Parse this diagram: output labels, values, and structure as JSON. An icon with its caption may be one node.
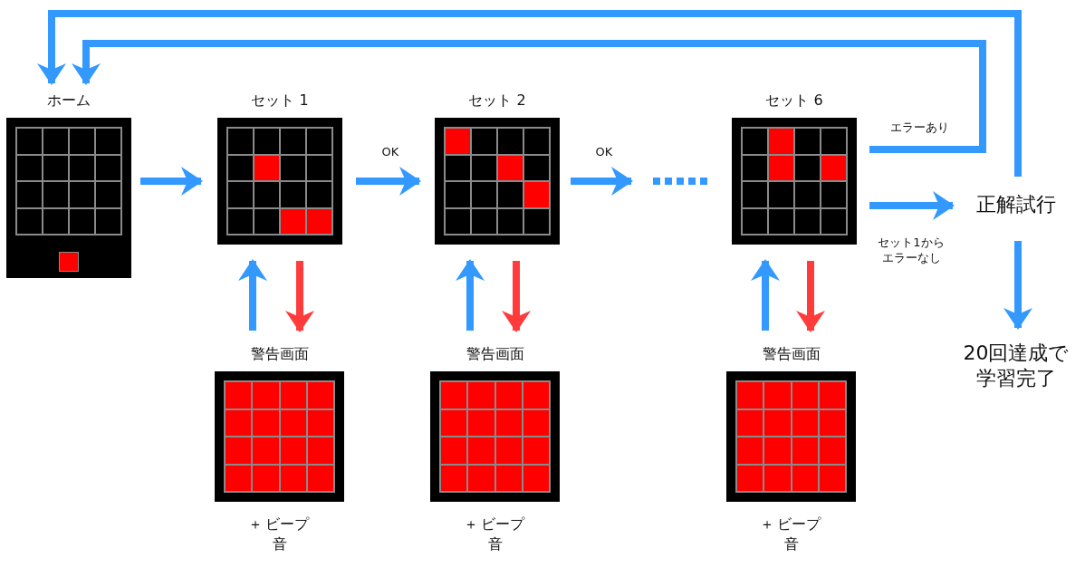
{
  "diagram": {
    "nodes": [
      {
        "text": [
          "ホーム"
        ]
      },
      {
        "text": [
          "セット 1"
        ]
      },
      {
        "text": [
          "セット 2"
        ]
      },
      {
        "text": [],
        "shape": "dots"
      },
      {
        "text": [
          "セット 6"
        ]
      },
      {
        "text": [
          "正解試行"
        ]
      },
      {
        "text": [
          "20回達成で学習完了"
        ]
      },
      {
        "text": [
          "警告画面"
        ],
        "beside": [
          "＋ビープ音"
        ]
      },
      {
        "text": [
          "警告画面"
        ],
        "beside": [
          "＋ビープ音"
        ]
      },
      {
        "text": [
          "警告画面"
        ],
        "beside": [
          "＋ビープ音"
        ]
      }
    ],
    "edges": [
      {
        "from": 0,
        "to": 1,
        "arrow": "to"
      },
      {
        "from": 1,
        "to": 2,
        "arrow": "to",
        "label": "OK"
      },
      {
        "from": 2,
        "to": 3,
        "arrow": "to",
        "label": "OK"
      },
      {
        "from": 4,
        "to": 5,
        "arrow": "to",
        "label": "セット1からエラーなし"
      },
      {
        "from": 4,
        "to": 0,
        "arrow": "to",
        "label": "エラーあり"
      },
      {
        "from": 5,
        "to": 0,
        "arrow": "to"
      },
      {
        "from": 5,
        "to": 6,
        "arrow": "to"
      },
      {
        "from": 7,
        "to": 1,
        "arrow": "to"
      },
      {
        "from": 1,
        "to": 7,
        "arrow": "to",
        "color": "#ff3b3b"
      },
      {
        "from": 8,
        "to": 2,
        "arrow": "to"
      },
      {
        "from": 2,
        "to": 8,
        "arrow": "to",
        "color": "#ff3b3b"
      },
      {
        "from": 9,
        "to": 4,
        "arrow": "to"
      },
      {
        "from": 4,
        "to": 9,
        "arrow": "to",
        "color": "#ff3b3b"
      }
    ]
  }
}
